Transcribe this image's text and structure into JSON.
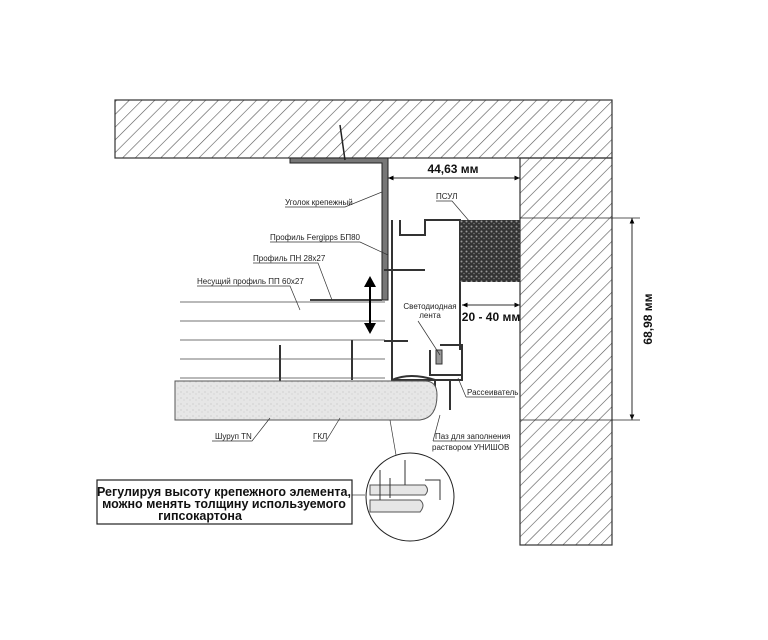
{
  "dimensions": {
    "top_width": "44,63 мм",
    "gap": "20 - 40 мм",
    "height": "68,98 мм"
  },
  "labels": {
    "angle": "Уголок крепежный",
    "fergipps": "Профиль Fergipps БП80",
    "pn": "Профиль ПН 28x27",
    "pp": "Несущий профиль ПП 60x27",
    "psul": "ПСУЛ",
    "led_line1": "Светодиодная",
    "led_line2": "лента",
    "diffuser": "Рассеиватель",
    "screw": "Шуруп TN",
    "gkl": "ГКЛ",
    "groove_line1": "Паз для заполнения",
    "groove_line2": "раствором УНИШОВ"
  },
  "note": {
    "line1": "Регулируя высоту крепежного элемента,",
    "line2": "можно менять толщину используемого",
    "line3": "гипсокартона"
  }
}
